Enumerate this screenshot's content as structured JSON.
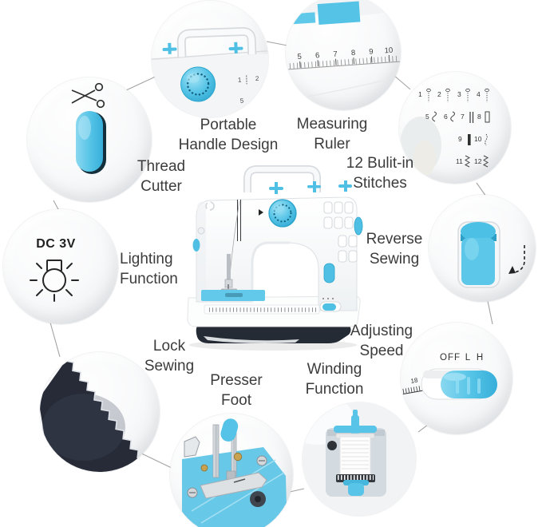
{
  "accent_color": "#52c2e6",
  "fabric_color": "#262b37",
  "text_color": "#3c3c3c",
  "features": {
    "portable_handle": [
      "Portable",
      "Handle Design"
    ],
    "measuring_ruler": [
      "Measuring",
      "Ruler"
    ],
    "builtin_stitches": [
      "12 Bulit-in",
      "Stitches"
    ],
    "thread_cutter": [
      "Thread",
      "Cutter"
    ],
    "lighting": [
      "Lighting",
      "Function"
    ],
    "lock_sewing": [
      "Lock",
      "Sewing"
    ],
    "presser_foot": [
      "Presser",
      "Foot"
    ],
    "winding": [
      "Winding",
      "Function"
    ],
    "reverse_sewing": [
      "Reverse",
      "Sewing"
    ],
    "adjusting_speed": [
      "Adjusting",
      "Speed"
    ]
  },
  "callout_details": {
    "lighting_label": "DC 3V",
    "speed_positions": {
      "off": "OFF",
      "low": "L",
      "high": "H"
    },
    "speed_ruler_number": "18",
    "ruler_numbers": [
      "5",
      "6",
      "7",
      "8",
      "9",
      "10"
    ],
    "stitch_numbers": [
      "1",
      "2",
      "3",
      "4",
      "5",
      "6",
      "7",
      "8",
      "9",
      "10",
      "11",
      "12"
    ],
    "dial_numbers": [
      "1",
      "2",
      "5"
    ]
  }
}
